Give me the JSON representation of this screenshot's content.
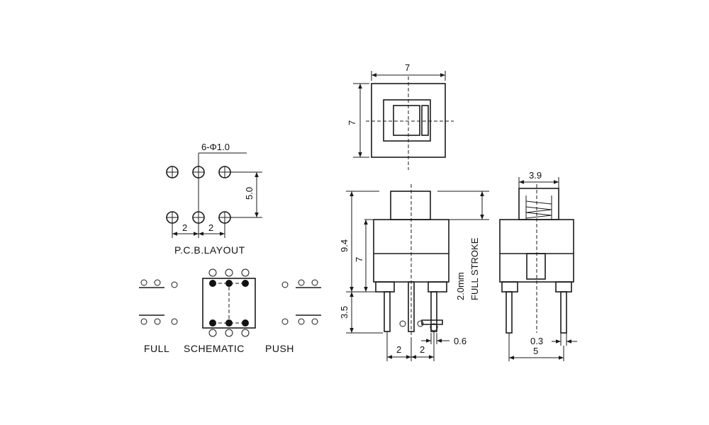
{
  "pcb": {
    "hole_spec": "6-Φ1.0",
    "dim_pitch_left": "2",
    "dim_pitch_right": "2",
    "dim_row": "5.0",
    "title": "P.C.B.LAYOUT"
  },
  "schematic": {
    "full_label": "FULL",
    "title": "SCHEMATIC",
    "push_label": "PUSH"
  },
  "top_view": {
    "width": "7",
    "height": "7"
  },
  "front_view": {
    "total_height": "9.4",
    "body_height": "7",
    "pin_length": "3.5",
    "pitch_left": "2",
    "pitch_right": "2",
    "pin_width": "0.6",
    "stroke": "2.0mm",
    "stroke_label": "FULL STROKE"
  },
  "side_view": {
    "button_width": "3.9",
    "pin_width": "0.3",
    "pin_span": "5"
  }
}
